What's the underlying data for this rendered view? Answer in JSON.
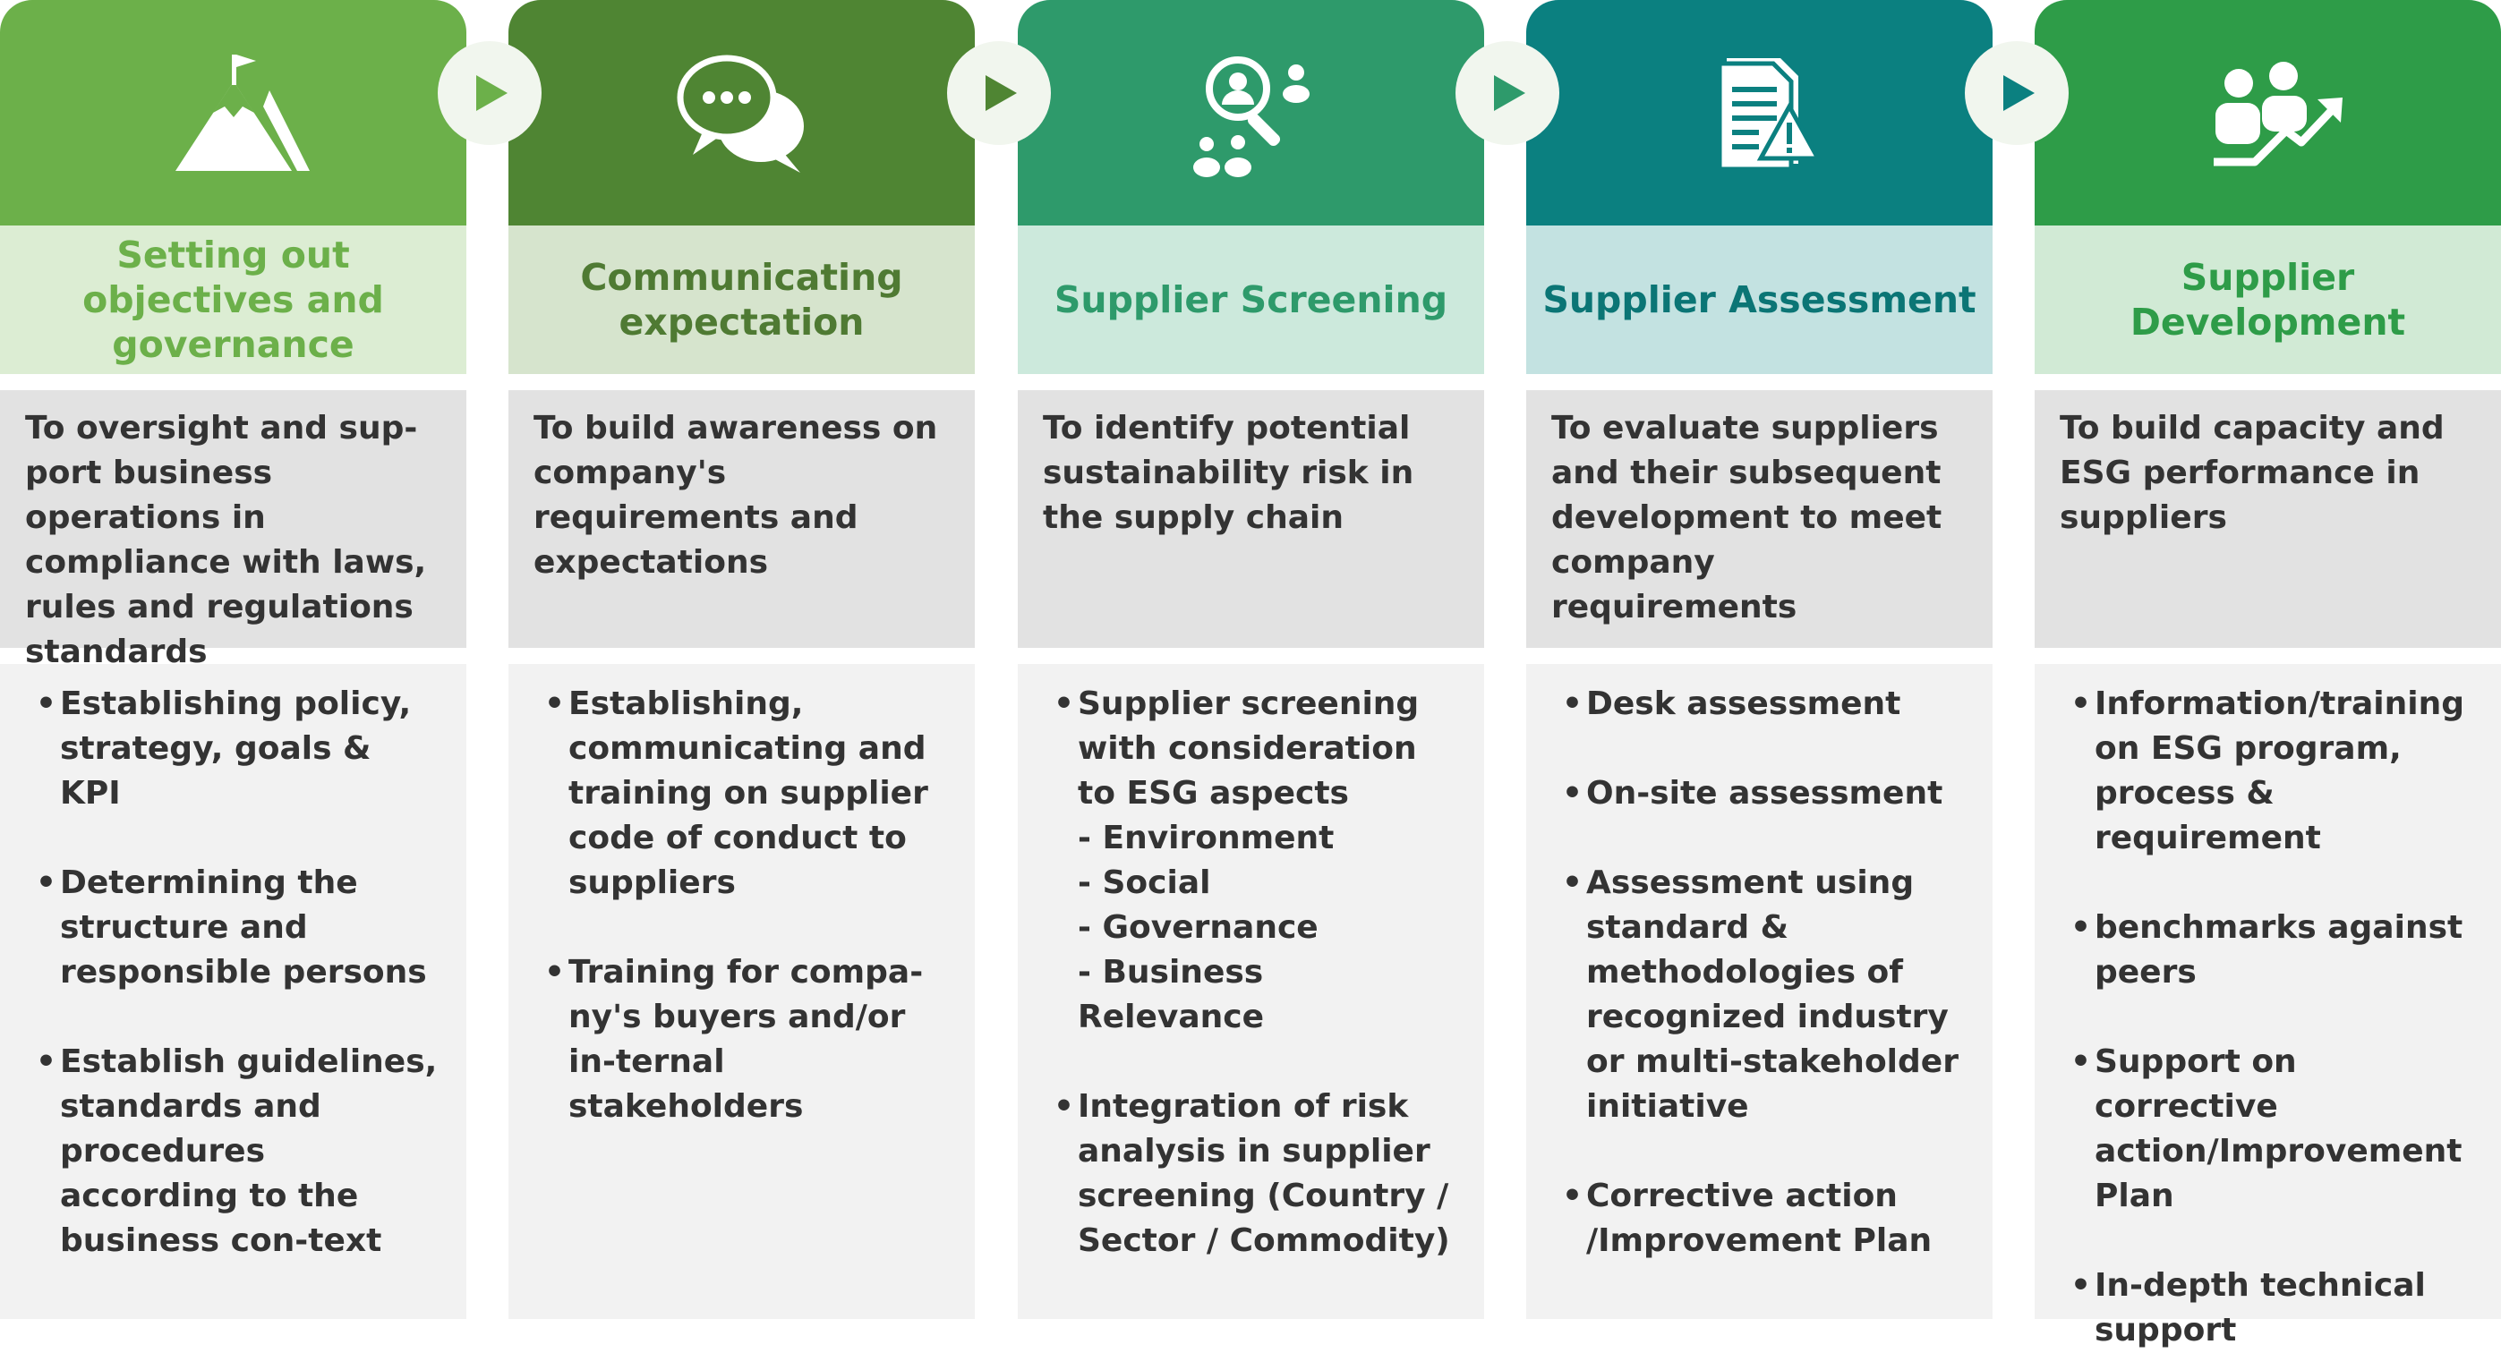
{
  "steps": [
    {
      "title": "Setting out objectives and governance",
      "icon": "mountain-flag-icon",
      "description": "To oversight and sup-port business operations in compliance with laws, rules and regulations standards",
      "bullets": [
        {
          "text": "Establishing policy, strategy, goals & KPI",
          "subs": []
        },
        {
          "text": "Determining the structure and responsible persons",
          "subs": []
        },
        {
          "text": "Establish guidelines, standards and procedures according to the business con-text",
          "subs": []
        }
      ]
    },
    {
      "title": "Communicating expectation",
      "icon": "chat-bubbles-icon",
      "description": "To build awareness on company's requirements and expectations",
      "bullets": [
        {
          "text": "Establishing, communicating and training on supplier code of conduct to suppliers",
          "subs": []
        },
        {
          "text": "Training for compa-ny's buyers and/or in-ternal stakeholders",
          "subs": []
        }
      ]
    },
    {
      "title": "Supplier Screening",
      "icon": "people-magnifier-icon",
      "description": "To identify potential sustainability risk in the supply chain",
      "bullets": [
        {
          "text": "Supplier screening with consideration to ESG aspects",
          "subs": [
            "-  Environment",
            "-  Social",
            "-  Governance",
            "-  Business Relevance"
          ]
        },
        {
          "text": "Integration of risk analysis in supplier screening (Country / Sector / Commodity)",
          "subs": []
        }
      ]
    },
    {
      "title": "Supplier Assessment",
      "icon": "document-warning-icon",
      "description": "To evaluate suppliers and their subsequent development to meet company requirements",
      "bullets": [
        {
          "text": "Desk assessment",
          "subs": []
        },
        {
          "text": "On-site assessment",
          "subs": []
        },
        {
          "text": "Assessment using standard & methodologies of recognized industry or multi-stakeholder initiative",
          "subs": []
        },
        {
          "text": "Corrective action /Improvement Plan",
          "subs": []
        }
      ]
    },
    {
      "title": "Supplier Development",
      "icon": "people-growth-icon",
      "description": "To build capacity and ESG performance in suppliers",
      "bullets": [
        {
          "text": "Information/training on ESG program, process & requirement",
          "subs": []
        },
        {
          "text": "benchmarks against peers",
          "subs": []
        },
        {
          "text": "Support on corrective action/Improvement Plan",
          "subs": []
        },
        {
          "text": "In-depth technical support",
          "subs": []
        }
      ]
    }
  ],
  "colors": {
    "header": [
      "#6cb04a",
      "#4f8533",
      "#2e9a6b",
      "#0b8080",
      "#2e9c48"
    ],
    "title_bg": [
      "#dcedd3",
      "#d6e4cd",
      "#cce9dc",
      "#c3e2e1",
      "#d1ead5"
    ],
    "title_text": [
      "#6cb04a",
      "#4f7a33",
      "#2e9a6b",
      "#0b7575",
      "#2e9c48"
    ],
    "arrow": [
      "#6cb04a",
      "#4f8533",
      "#2e9a6b",
      "#0b8080"
    ]
  }
}
